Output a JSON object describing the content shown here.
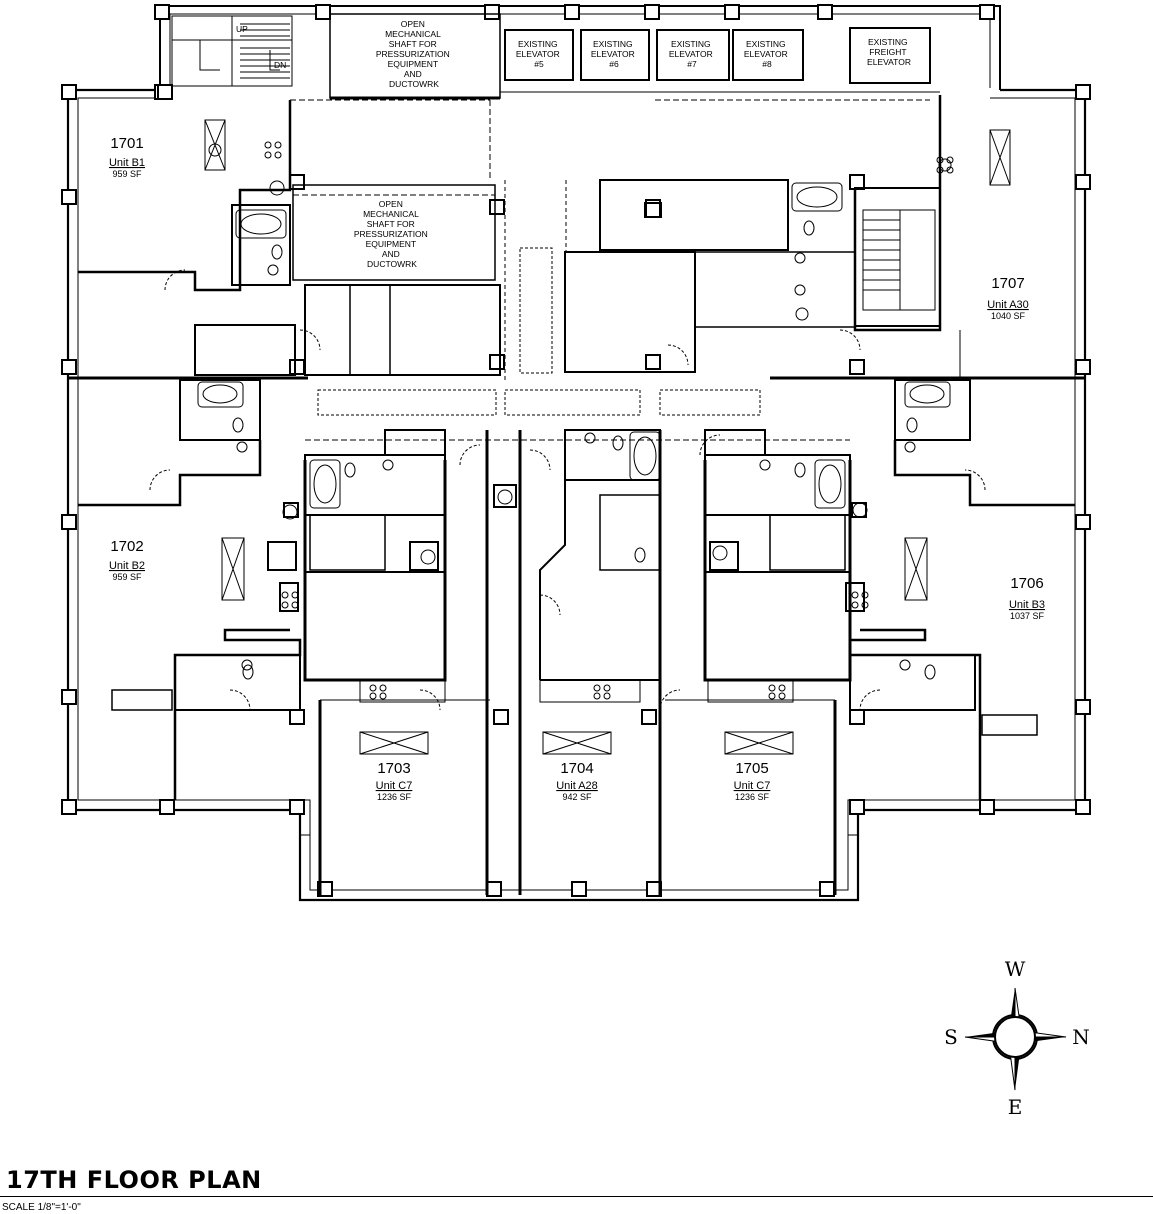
{
  "shafts": [
    {
      "lines": [
        "OPEN",
        "MECHANICAL",
        "SHAFT FOR",
        "PRESSURIZATION",
        "EQUIPMENT",
        "AND",
        "DUCTOWRK"
      ]
    },
    {
      "lines": [
        "OPEN",
        "MECHANICAL",
        "SHAFT FOR",
        "PRESSURIZATION",
        "EQUIPMENT",
        "AND",
        "DUCTOWRK"
      ]
    }
  ],
  "elevators": [
    {
      "lines": [
        "EXISTING",
        "ELEVATOR",
        "#5"
      ]
    },
    {
      "lines": [
        "EXISTING",
        "ELEVATOR",
        "#6"
      ]
    },
    {
      "lines": [
        "EXISTING",
        "ELEVATOR",
        "#7"
      ]
    },
    {
      "lines": [
        "EXISTING",
        "ELEVATOR",
        "#8"
      ]
    },
    {
      "lines": [
        "EXISTING",
        "FREIGHT",
        "ELEVATOR"
      ]
    }
  ],
  "stair_labels": {
    "up": "UP",
    "dn": "DN"
  },
  "units": [
    {
      "number": "1701",
      "type": "Unit B1",
      "area": "959 SF"
    },
    {
      "number": "1702",
      "type": "Unit B2",
      "area": "959 SF"
    },
    {
      "number": "1703",
      "type": "Unit C7",
      "area": "1236 SF"
    },
    {
      "number": "1704",
      "type": "Unit A28",
      "area": "942 SF"
    },
    {
      "number": "1705",
      "type": "Unit C7",
      "area": "1236 SF"
    },
    {
      "number": "1706",
      "type": "Unit B3",
      "area": "1037 SF"
    },
    {
      "number": "1707",
      "type": "Unit A30",
      "area": "1040 SF"
    }
  ],
  "compass": {
    "top": "W",
    "bottom": "E",
    "left": "S",
    "right": "N"
  },
  "title": "17TH FLOOR PLAN",
  "scale": "SCALE 1/8\"=1'-0\""
}
